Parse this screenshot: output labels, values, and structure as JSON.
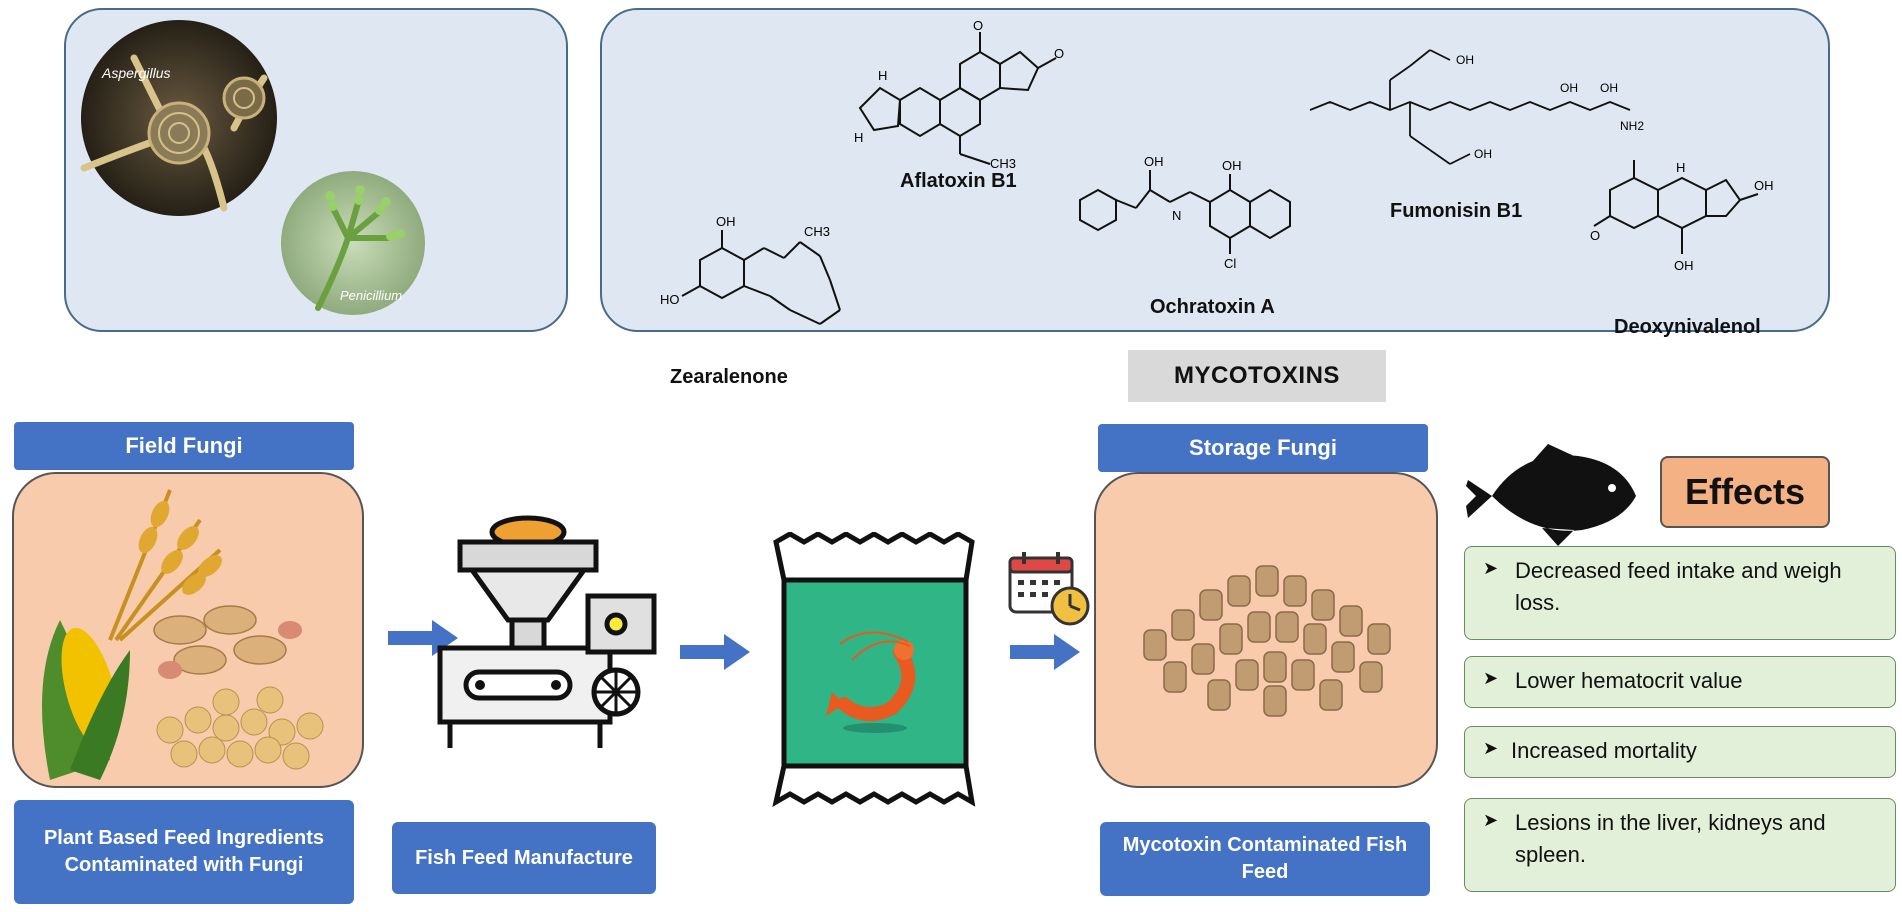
{
  "fungi_panel": {
    "aspergillus_label": "Aspergillus",
    "penicillium_label": "Penicillium"
  },
  "mycotoxins_panel": {
    "title": "MYCOTOXINS",
    "toxins": {
      "aflatoxin": "Aflatoxin B1",
      "zearalenone": "Zearalenone",
      "ochratoxin": "Ochratoxin A",
      "fumonisin": "Fumonisin B1",
      "deoxynivalenol": "Deoxynivalenol"
    },
    "chem_labels": {
      "oh": "OH",
      "ho": "HO",
      "h": "H",
      "ch3": "CH3",
      "cl": "Cl",
      "nh2": "NH2",
      "o": "O",
      "n": "N"
    }
  },
  "flow": {
    "field_fungi": "Field Fungi",
    "plant_feed": "Plant Based Feed Ingredients Contaminated with Fungi",
    "manufacture": "Fish Feed Manufacture",
    "storage_fungi": "Storage Fungi",
    "contaminated_feed": "Mycotoxin Contaminated Fish Feed"
  },
  "effects": {
    "title": "Effects",
    "items": [
      "Decreased feed intake and weigh loss.",
      "Lower hematocrit value",
      "Increased mortality",
      "Lesions in the liver, kidneys and spleen."
    ]
  },
  "colors": {
    "panel_bg": "#dfe8f2",
    "blue": "#4472c4",
    "peach": "#f8cbad",
    "green_box": "#e2f0d9",
    "effects_orange": "#f4b183"
  }
}
